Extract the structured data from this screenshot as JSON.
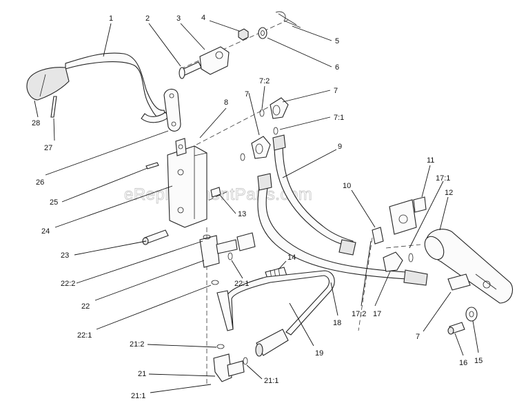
{
  "watermark": "eReplacementParts.com",
  "callouts": [
    {
      "id": "c1",
      "text": "1"
    },
    {
      "id": "c2",
      "text": "2"
    },
    {
      "id": "c3",
      "text": "3"
    },
    {
      "id": "c4",
      "text": "4"
    },
    {
      "id": "c5",
      "text": "5"
    },
    {
      "id": "c6",
      "text": "6"
    },
    {
      "id": "c7a",
      "text": "7:2"
    },
    {
      "id": "c7b",
      "text": "7"
    },
    {
      "id": "c7c",
      "text": "7"
    },
    {
      "id": "c7d",
      "text": "7:1"
    },
    {
      "id": "c8",
      "text": "8"
    },
    {
      "id": "c9",
      "text": "9"
    },
    {
      "id": "c10",
      "text": "10"
    },
    {
      "id": "c11",
      "text": "11"
    },
    {
      "id": "c12",
      "text": "12"
    },
    {
      "id": "c13",
      "text": "13"
    },
    {
      "id": "c14",
      "text": "14"
    },
    {
      "id": "c15",
      "text": "15"
    },
    {
      "id": "c16",
      "text": "16"
    },
    {
      "id": "c17a",
      "text": "17:1"
    },
    {
      "id": "c17b",
      "text": "17"
    },
    {
      "id": "c17c",
      "text": "17:2"
    },
    {
      "id": "c18",
      "text": "18"
    },
    {
      "id": "c19",
      "text": "19"
    },
    {
      "id": "c7e",
      "text": "7"
    },
    {
      "id": "c21a",
      "text": "21:2"
    },
    {
      "id": "c21b",
      "text": "21"
    },
    {
      "id": "c21c",
      "text": "21:1"
    },
    {
      "id": "c21d",
      "text": "21:1"
    },
    {
      "id": "c22a",
      "text": "22:2"
    },
    {
      "id": "c22b",
      "text": "22:1"
    },
    {
      "id": "c22c",
      "text": "22"
    },
    {
      "id": "c22d",
      "text": "22:1"
    },
    {
      "id": "c23",
      "text": "23"
    },
    {
      "id": "c24",
      "text": "24"
    },
    {
      "id": "c25",
      "text": "25"
    },
    {
      "id": "c26",
      "text": "26"
    },
    {
      "id": "c27",
      "text": "27"
    },
    {
      "id": "c28",
      "text": "28"
    }
  ]
}
